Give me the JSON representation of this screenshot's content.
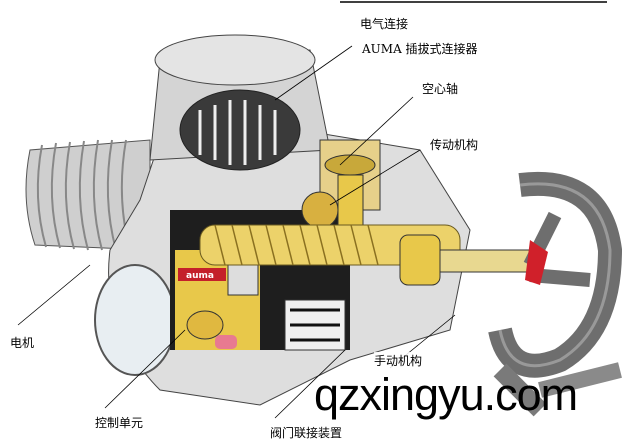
{
  "labels": {
    "electrical_connection": "电气连接",
    "plug_connector": "AUMA 插拔式连接器",
    "hollow_shaft": "空心轴",
    "gearing": "传动机构",
    "motor": "电机",
    "control_unit": "控制单元",
    "valve_attachment": "阀门联接装置",
    "handwheel": "手动机构"
  },
  "logo_text": "auma",
  "watermark": "qzxingyu.com",
  "colors": {
    "housing": "#d9d9d9",
    "gear": "#e8c84a",
    "handwheel": "#6e6e6e",
    "accent_red": "#d0202a"
  }
}
